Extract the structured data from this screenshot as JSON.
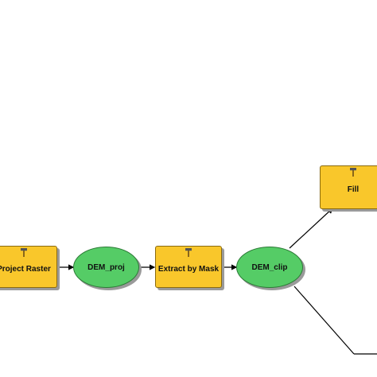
{
  "model": {
    "tools": [
      {
        "id": "project-raster",
        "label": "Project Raster",
        "icon": "hammer-icon"
      },
      {
        "id": "extract-by-mask",
        "label": "Extract by Mask",
        "icon": "hammer-icon"
      },
      {
        "id": "fill",
        "label": "Fill",
        "icon": "hammer-icon"
      }
    ],
    "data": [
      {
        "id": "dem-proj",
        "label": "DEM_proj"
      },
      {
        "id": "dem-clip",
        "label": "DEM_clip"
      }
    ]
  },
  "colors": {
    "tool_fill": "#f9c72b",
    "data_fill": "#55cc66",
    "connector": "#000000"
  }
}
